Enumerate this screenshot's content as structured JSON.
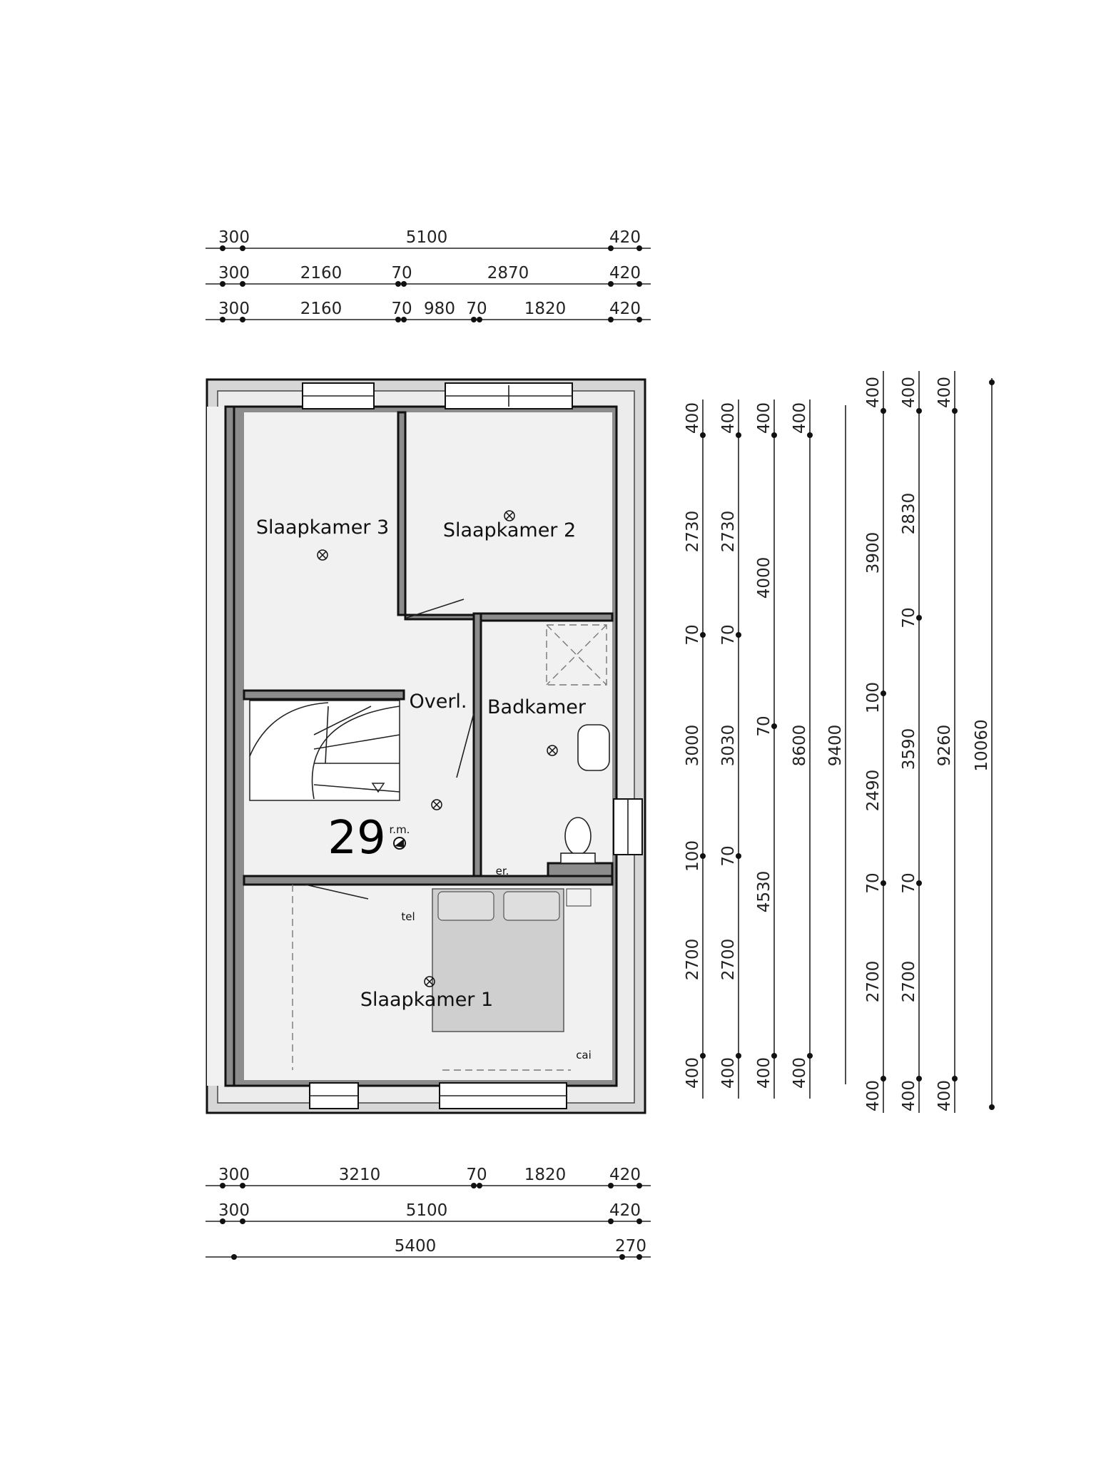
{
  "rooms": {
    "slaapkamer3": "Slaapkamer 3",
    "slaapkamer2": "Slaapkamer 2",
    "slaapkamer1": "Slaapkamer 1",
    "overloop": "Overl.",
    "badkamer": "Badkamer"
  },
  "stair_marker": {
    "number": "29",
    "label": "r.m."
  },
  "labels": {
    "tel": "tel",
    "er": "er.",
    "cai": "cai"
  },
  "dims_top": [
    [
      "300",
      "5100",
      "420"
    ],
    [
      "300",
      "2160",
      "70",
      "2870",
      "420"
    ],
    [
      "300",
      "2160",
      "70",
      "980",
      "70",
      "1820",
      "420"
    ]
  ],
  "dims_bottom": [
    [
      "300",
      "3210",
      "70",
      "1820",
      "420"
    ],
    [
      "300",
      "5100",
      "420"
    ],
    [
      "5400",
      "270"
    ]
  ],
  "dims_right": [
    [
      "400",
      "2730",
      "70",
      "3000",
      "100",
      "2700",
      "400"
    ],
    [
      "400",
      "2730",
      "70",
      "3030",
      "70",
      "2700",
      "400"
    ],
    [
      "400",
      "4000",
      "70",
      "4530",
      "400"
    ],
    [
      "400",
      "8600",
      "400"
    ],
    [
      "9400"
    ],
    [
      "400",
      "3900",
      "100",
      "2490",
      "70",
      "2700",
      "400"
    ],
    [
      "400",
      "2830",
      "70",
      "3590",
      "70",
      "2700",
      "400"
    ],
    [
      "400",
      "9260",
      "400"
    ],
    [
      "10060"
    ]
  ]
}
